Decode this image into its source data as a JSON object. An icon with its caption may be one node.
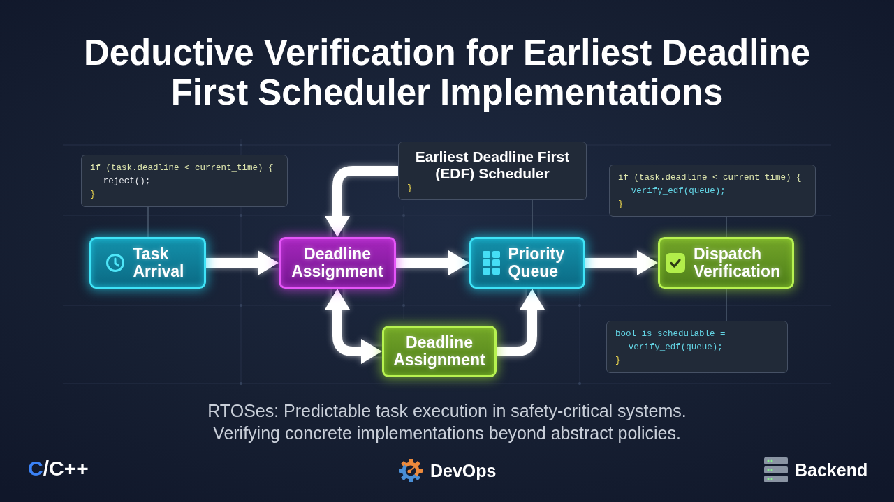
{
  "diagram": {
    "title": "Deductive Verification for Earliest Deadline First Scheduler Implementations",
    "caption": "RTOSes: Predictable task execution in safety-critical systems. Verifying concrete implementations beyond abstract policies.",
    "nodes": [
      {
        "text": [
          "if (task.deadline < current_time) {",
          "reject();",
          "}"
        ]
      },
      {
        "text": [
          "Earliest Deadline First (EDF) Scheduler",
          "}"
        ]
      },
      {
        "text": [
          "if (task.deadline < current_time) {",
          "verify_edf(queue);",
          "}"
        ]
      },
      {
        "text": [
          "Task Arrival"
        ]
      },
      {
        "text": [
          "Deadline Assignment"
        ]
      },
      {
        "text": [
          "Priority Queue"
        ]
      },
      {
        "text": [
          "Dispatch Verification"
        ]
      },
      {
        "text": [
          "Deadline Assignment"
        ]
      },
      {
        "text": [
          "bool is_schedulable =",
          "verify_edf(queue);",
          "}"
        ]
      }
    ],
    "edges": [
      {
        "from": 3,
        "to": 4,
        "arrow": "to"
      },
      {
        "from": 1,
        "to": 4,
        "arrow": "to"
      },
      {
        "from": 4,
        "to": 5,
        "arrow": "to"
      },
      {
        "from": 5,
        "to": 6,
        "arrow": "to"
      },
      {
        "from": 4,
        "to": 7,
        "arrow": "both"
      },
      {
        "from": 7,
        "to": 5,
        "arrow": "to"
      },
      {
        "from": 0,
        "to": 3,
        "arrow": "none",
        "color": "#4b5a6e"
      },
      {
        "from": 1,
        "to": 5,
        "arrow": "none",
        "color": "#4b5a6e"
      },
      {
        "from": 2,
        "to": 6,
        "arrow": "none",
        "color": "#4b5a6e"
      },
      {
        "from": 6,
        "to": 8,
        "arrow": "none",
        "color": "#4b5a6e"
      }
    ],
    "labels": [
      "C/C++",
      "DevOps",
      "Backend"
    ]
  }
}
